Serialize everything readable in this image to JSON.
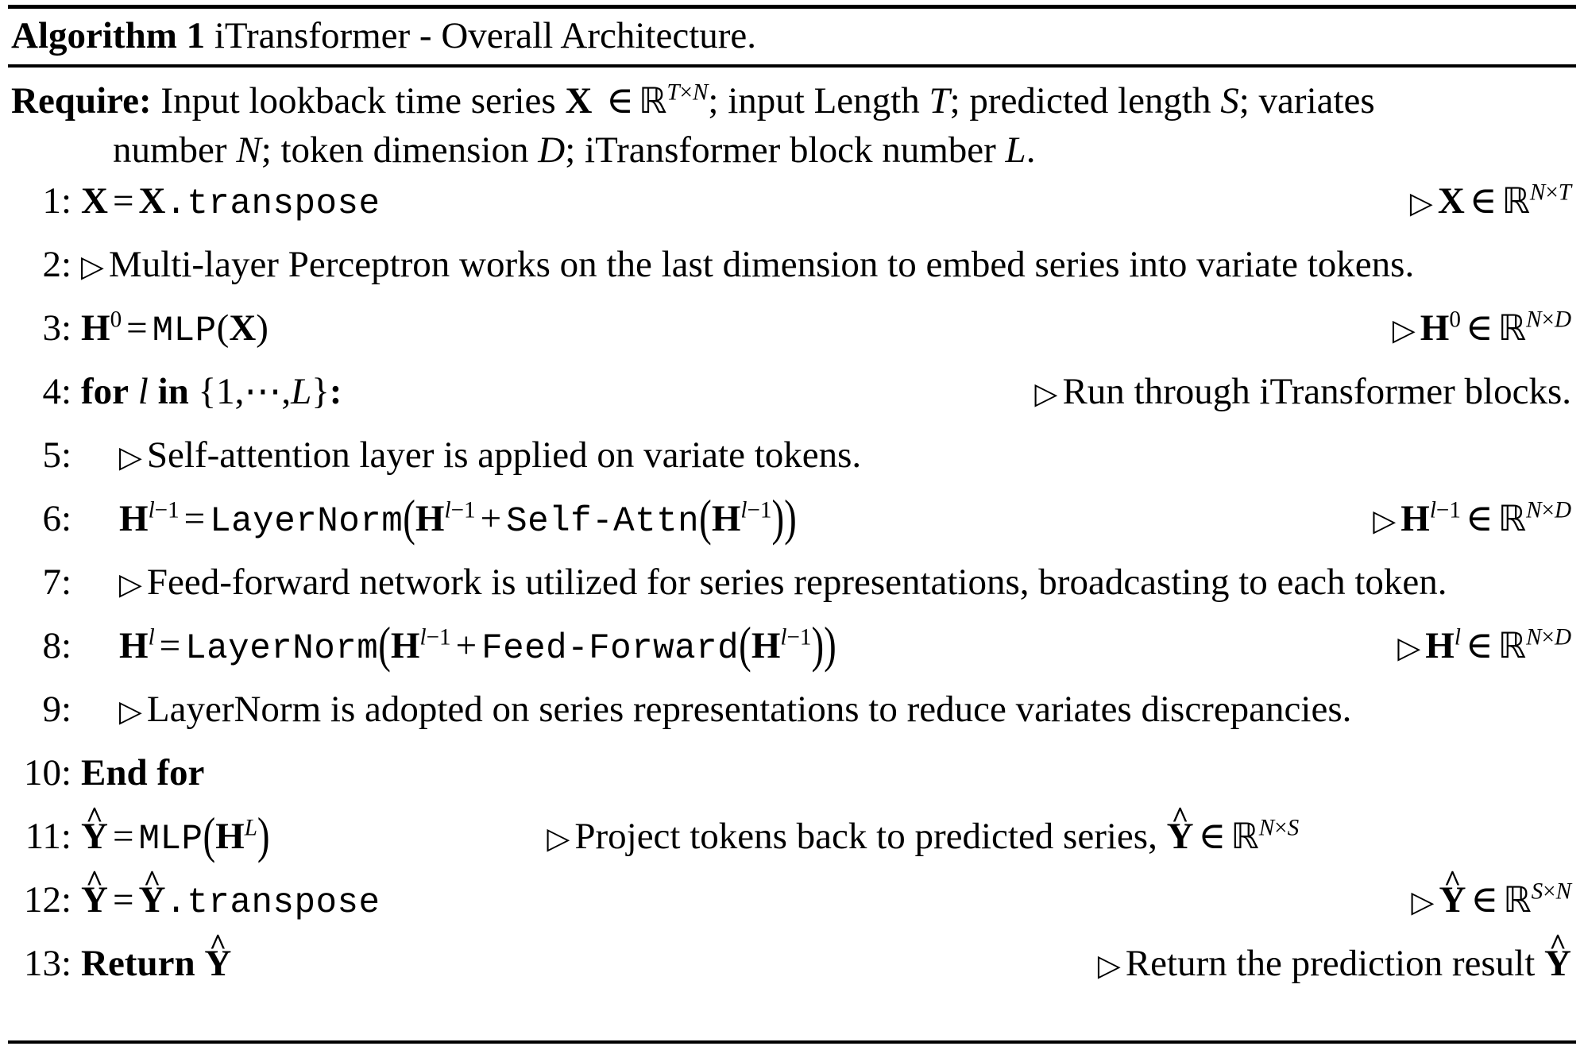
{
  "document": {
    "type": "algorithm-pseudocode",
    "title_keyword": "Algorithm 1",
    "title_text": "iTransformer - Overall Architecture."
  },
  "require": {
    "keyword": "Require:",
    "line1": "Input lookback time series X ∈ ℝ^{T×N}; input Length T; predicted length S; variates",
    "line2": "number N; token dimension D; iTransformer block number L.",
    "symbols": {
      "input": "X",
      "input_space": "ℝ^{T×N}",
      "input_length": "T",
      "predicted_length": "S",
      "variates_number": "N",
      "token_dimension": "D",
      "block_number": "L"
    }
  },
  "steps": [
    {
      "num": "1:",
      "indent": 0,
      "is_comment": false,
      "code_text": "X = X.transpose",
      "note_text": "▷ X ∈ ℝ^{N×T}",
      "note_align": "right"
    },
    {
      "num": "2:",
      "indent": 0,
      "is_comment": true,
      "code_text": "▷ Multi-layer Perceptron works on the last dimension to embed series into variate tokens.",
      "note_text": "",
      "note_align": "none"
    },
    {
      "num": "3:",
      "indent": 0,
      "is_comment": false,
      "code_text": "H⁰ = MLP(X)",
      "note_text": "▷ H⁰ ∈ ℝ^{N×D}",
      "note_align": "right"
    },
    {
      "num": "4:",
      "indent": 0,
      "is_comment": false,
      "code_text": "for l in {1, ⋯ , L}:",
      "note_text": "▷ Run through iTransformer blocks.",
      "note_align": "right"
    },
    {
      "num": "5:",
      "indent": 1,
      "is_comment": true,
      "code_text": "▷ Self-attention layer is applied on variate tokens.",
      "note_text": "",
      "note_align": "none"
    },
    {
      "num": "6:",
      "indent": 1,
      "is_comment": false,
      "code_text": "H^{l-1} = LayerNorm(H^{l-1} + Self-Attn(H^{l-1}))",
      "note_text": "▷ H^{l-1} ∈ ℝ^{N×D}",
      "note_align": "right"
    },
    {
      "num": "7:",
      "indent": 1,
      "is_comment": true,
      "code_text": "▷ Feed-forward network is utilized for series representations, broadcasting to each token.",
      "note_text": "",
      "note_align": "none"
    },
    {
      "num": "8:",
      "indent": 1,
      "is_comment": false,
      "code_text": "H^l = LayerNorm(H^{l-1} + Feed-Forward(H^{l-1}))",
      "note_text": "▷ H^l ∈ ℝ^{N×D}",
      "note_align": "right"
    },
    {
      "num": "9:",
      "indent": 1,
      "is_comment": true,
      "code_text": "▷ LayerNorm is adopted on series representations to reduce variates discrepancies.",
      "note_text": "",
      "note_align": "none"
    },
    {
      "num": "10:",
      "indent": 0,
      "is_comment": false,
      "code_text": "End for",
      "note_text": "",
      "note_align": "none"
    },
    {
      "num": "11:",
      "indent": 0,
      "is_comment": false,
      "code_text": "Ŷ = MLP(H^L)",
      "note_text": "▷ Project tokens back to predicted series, Ŷ ∈ ℝ^{N×S}",
      "note_align": "center"
    },
    {
      "num": "12:",
      "indent": 0,
      "is_comment": false,
      "code_text": "Ŷ = Ŷ.transpose",
      "note_text": "▷ Ŷ ∈ ℝ^{S×N}",
      "note_align": "right"
    },
    {
      "num": "13:",
      "indent": 0,
      "is_comment": false,
      "code_text": "Return Ŷ",
      "note_text": "▷ Return the prediction result Ŷ",
      "note_align": "right"
    }
  ],
  "labels": {
    "step1_num": "1:",
    "step2_num": "2:",
    "step3_num": "3:",
    "step4_num": "4:",
    "step5_num": "5:",
    "step6_num": "6:",
    "step7_num": "7:",
    "step8_num": "8:",
    "step9_num": "9:",
    "step10_num": "10:",
    "step11_num": "11:",
    "step12_num": "12:",
    "step13_num": "13:",
    "comment2": "Multi-layer Perceptron works on the last dimension to embed series into variate tokens.",
    "comment5": "Self-attention layer is applied on variate tokens.",
    "comment7": "Feed-forward network is utilized for series representations, broadcasting to each token.",
    "comment9": "LayerNorm is adopted on series representations to reduce variates discrepancies.",
    "note4": "Run through iTransformer blocks.",
    "note11": "Project tokens back to predicted series,",
    "note13": "Return the prediction result",
    "kw_for": "for",
    "kw_in": "in",
    "kw_endfor": "End for",
    "kw_return": "Return",
    "fn_mlp": "MLP",
    "fn_layernorm": "LayerNorm",
    "fn_selfattn": "Self-Attn",
    "fn_feedforward": "Feed-Forward",
    "fn_transpose": ".transpose",
    "require_words_1a": "Input lookback time series",
    "require_words_1b": "; input Length",
    "require_words_1c": "; predicted length",
    "require_words_1d": "; variates",
    "require_words_2a": "number",
    "require_words_2b": "; token dimension",
    "require_words_2c": "; iTransformer block number",
    "require_words_2d": "."
  },
  "colors": {
    "text": "#000000",
    "background": "#ffffff",
    "rule": "#000000"
  }
}
